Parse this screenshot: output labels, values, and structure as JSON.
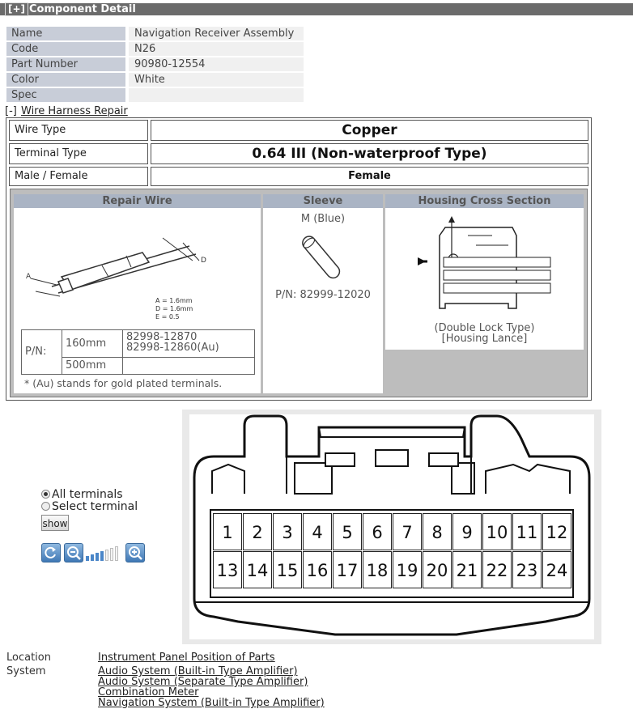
{
  "header": {
    "toggle": "[+]",
    "title": "Component Detail"
  },
  "info": [
    {
      "key": "Name",
      "value": "Navigation Receiver Assembly"
    },
    {
      "key": "Code",
      "value": "N26"
    },
    {
      "key": "Part Number",
      "value": "90980-12554"
    },
    {
      "key": "Color",
      "value": "White"
    },
    {
      "key": "Spec",
      "value": ""
    }
  ],
  "wire_harness": {
    "toggle": "[-]",
    "title": "Wire Harness Repair",
    "rows": [
      {
        "label": "Wire Type",
        "value": "Copper"
      },
      {
        "label": "Terminal Type",
        "value": "0.64 III (Non-waterproof Type)"
      },
      {
        "label": "Male / Female",
        "value": "Female"
      }
    ],
    "repair_wire": {
      "header": "Repair Wire",
      "dims": {
        "a": "A = 1.6mm",
        "d": "D = 1.6mm",
        "e": "E = 0.5"
      },
      "dim_letters": {
        "a": "A",
        "d": "D"
      },
      "pn_label": "P/N:",
      "lengths": [
        "160mm",
        "500mm"
      ],
      "part_numbers": [
        "82998-12870",
        "82998-12860(Au)"
      ],
      "note": "* (Au) stands for gold plated terminals."
    },
    "sleeve": {
      "header": "Sleeve",
      "size": "M (Blue)",
      "pn": "P/N: 82999-12020"
    },
    "housing": {
      "header": "Housing Cross Section",
      "caption1": "(Double Lock Type)",
      "caption2": "[Housing Lance]"
    }
  },
  "terminals": {
    "options": [
      "All terminals",
      "Select terminal"
    ],
    "selected": "All terminals",
    "show_button": "show",
    "zoom_level": 4,
    "zoom_steps": 7
  },
  "connector": {
    "row1": [
      "1",
      "2",
      "3",
      "4",
      "5",
      "6",
      "7",
      "8",
      "9",
      "10",
      "11",
      "12"
    ],
    "row2": [
      "13",
      "14",
      "15",
      "16",
      "17",
      "18",
      "19",
      "20",
      "21",
      "22",
      "23",
      "24"
    ]
  },
  "bottom": {
    "location_label": "Location",
    "location_link": "Instrument Panel  Position of Parts",
    "system_label": "System",
    "system_links": [
      "Audio System (Built-in Type Amplifier)",
      "Audio System (Separate Type Amplifier)",
      "Combination Meter",
      "Navigation System (Built-in Type Amplifier)"
    ]
  }
}
